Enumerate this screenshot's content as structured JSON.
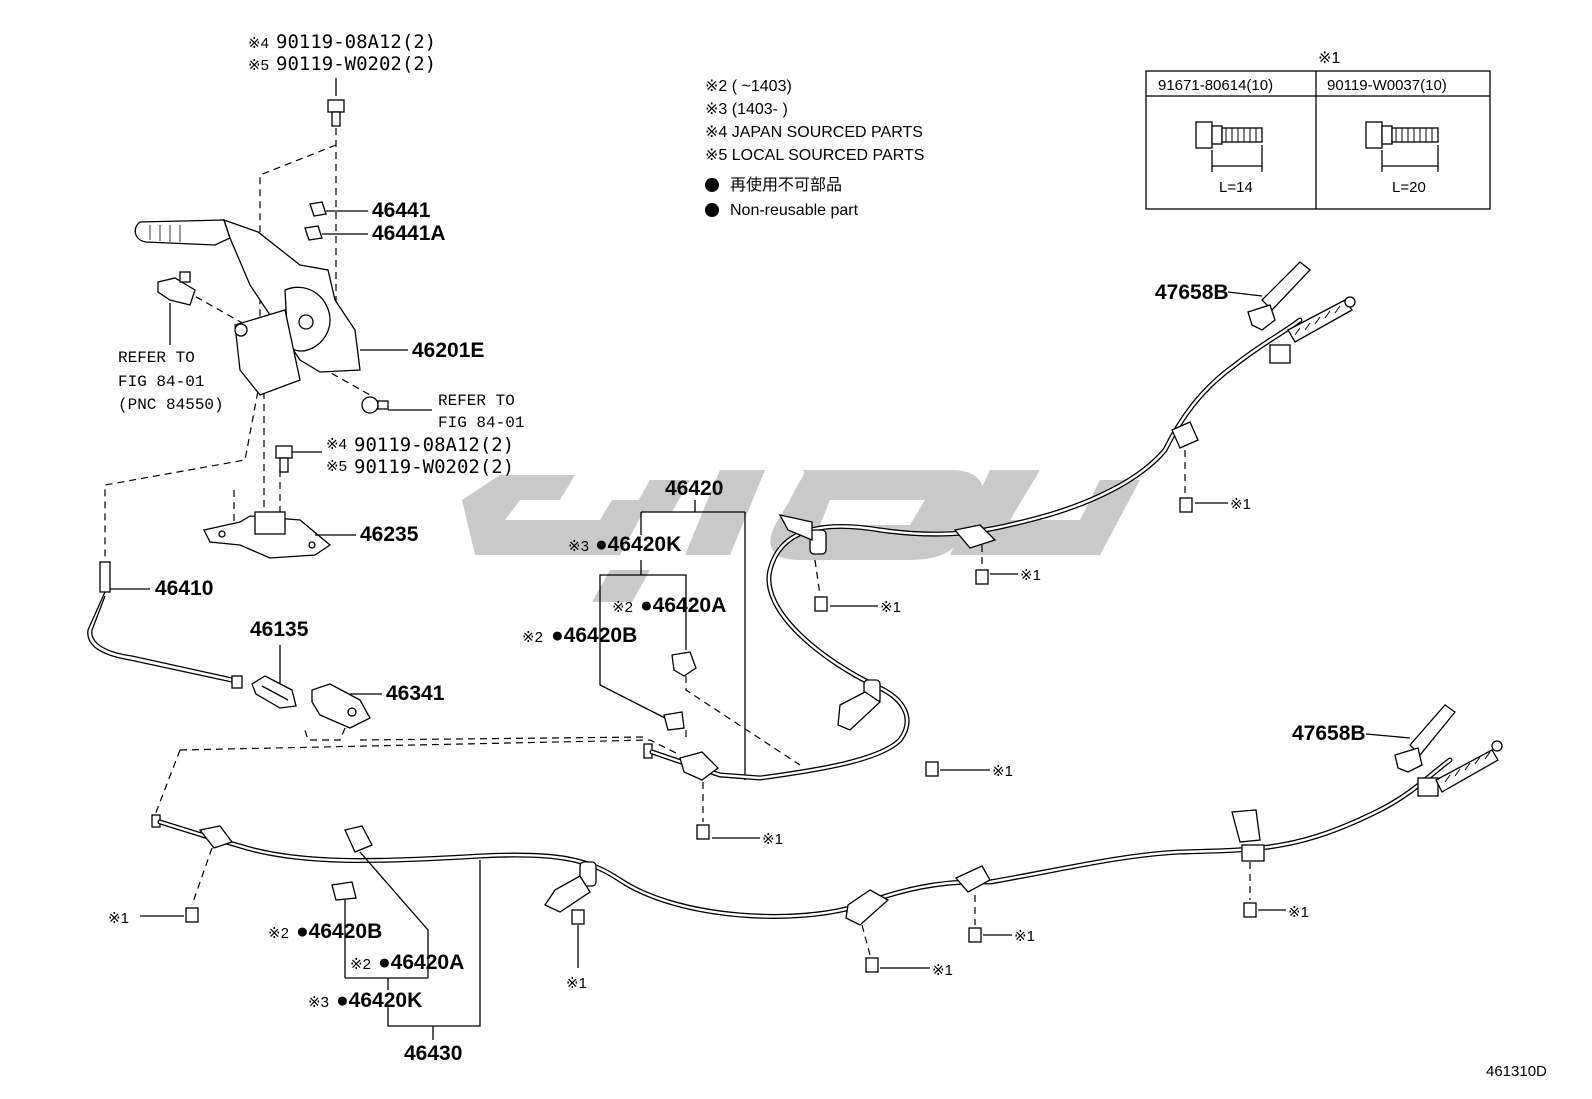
{
  "notes": {
    "n2": "※2 (     ~1403)",
    "n3": "※3 (1403-     )",
    "n4": "※4 JAPAN SOURCED PARTS",
    "n5": "※5 LOCAL SOURCED PARTS",
    "nr_jp": "再使用不可部品",
    "nr_en": "Non-reusable part"
  },
  "bolt_table": {
    "header": "※1",
    "col1_part": "91671-80614(10)",
    "col1_len": "L=14",
    "col2_part": "90119-W0037(10)",
    "col2_len": "L=20"
  },
  "labels": {
    "top_bolt_a": "90119-08A12(2)",
    "top_bolt_a_mark": "※4",
    "top_bolt_b": "90119-W0202(2)",
    "top_bolt_b_mark": "※5",
    "p46441": "46441",
    "p46441a": "46441A",
    "p46201e": "46201E",
    "refer1_l1": "REFER TO",
    "refer1_l2": "FIG 84-01",
    "refer1_l3": "(PNC 84550)",
    "refer2_l1": "REFER TO",
    "refer2_l2": "FIG 84-01",
    "mid_bolt_a": "90119-08A12(2)",
    "mid_bolt_a_mark": "※4",
    "mid_bolt_b": "90119-W0202(2)",
    "mid_bolt_b_mark": "※5",
    "p46235": "46235",
    "p46410": "46410",
    "p46135": "46135",
    "p46341": "46341",
    "p46420": "46420",
    "p46420k": "●46420K",
    "p46420k_mark": "※3",
    "p46420a": "●46420A",
    "p46420a_mark": "※2",
    "p46420b": "●46420B",
    "p46420b_mark": "※2",
    "p47658b_1": "47658B",
    "p47658b_2": "47658B",
    "b_46420b": "●46420B",
    "b_46420b_mark": "※2",
    "b_46420a": "●46420A",
    "b_46420a_mark": "※2",
    "b_46420k": "●46420K",
    "b_46420k_mark": "※3",
    "p46430": "46430",
    "bolt_ref": "※1",
    "fig_code": "461310D"
  }
}
